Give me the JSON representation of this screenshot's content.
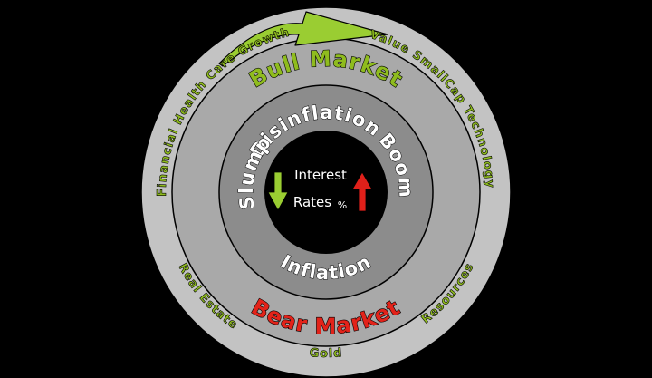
{
  "colors": {
    "background": "#000000",
    "outer_ring": "#c3c3c3",
    "middle_ring": "#a9a9a9",
    "inner_ring": "#8c8c8c",
    "center": "#000000",
    "sector_text": "#8fbc1e",
    "bull_text": "#8fbc1e",
    "bear_text": "#e2231a",
    "phase_text": "#ffffff",
    "arrow_green": "#9acd32",
    "arrow_red": "#e0201a",
    "text_outline": "#000000"
  },
  "sectors": {
    "top_left": "Financial  Health Care  Growth",
    "top_right": "Value  SmallCap  Technology",
    "bottom_left": "Real Estate",
    "bottom": "Gold",
    "bottom_right": "Resources"
  },
  "markets": {
    "bull": "Bull Market",
    "bear": "Bear Market"
  },
  "phases": {
    "top": "Disinflation",
    "right": "Boom",
    "bottom": "Inflation",
    "left": "Slump"
  },
  "center": {
    "line1": "Interest",
    "line2": "Rates",
    "symbol": "%"
  },
  "icons": {
    "cycle_arrow": "curved-arrow-right-icon",
    "rates_down": "arrow-down-icon",
    "rates_up": "arrow-up-icon"
  }
}
